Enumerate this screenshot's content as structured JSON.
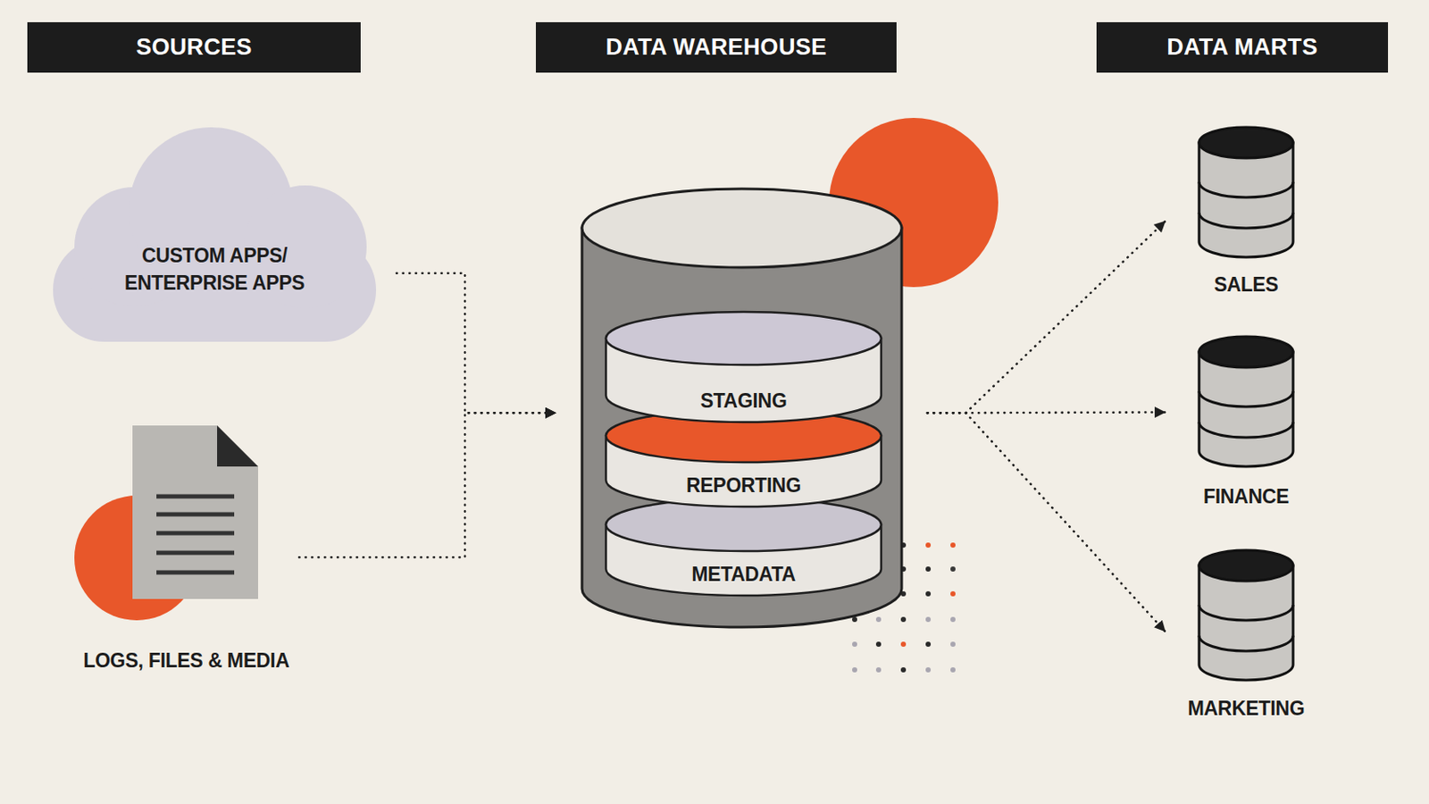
{
  "diagram": {
    "nodes": [
      {
        "text": [
          "CUSTOM APPS/ ENTERPRISE APPS"
        ]
      },
      {
        "text": [
          "LOGS, FILES & MEDIA"
        ]
      },
      {
        "text": [
          "DATA WAREHOUSE"
        ]
      },
      {
        "text": [
          "STAGING"
        ],
        "in": 2
      },
      {
        "text": [
          "REPORTING"
        ],
        "in": 2
      },
      {
        "text": [
          "METADATA"
        ],
        "in": 2
      },
      {
        "text": [
          "SALES"
        ]
      },
      {
        "text": [
          "FINANCE"
        ]
      },
      {
        "text": [
          "MARKETING"
        ]
      }
    ],
    "edges": [
      {
        "from": 0,
        "to": 2,
        "arrow": "to"
      },
      {
        "from": 1,
        "to": 2,
        "arrow": "to"
      },
      {
        "from": 2,
        "to": 6,
        "arrow": "to"
      },
      {
        "from": 2,
        "to": 7,
        "arrow": "to"
      },
      {
        "from": 2,
        "to": 8,
        "arrow": "to"
      }
    ],
    "labels": [
      "SOURCES",
      "DATA MARTS"
    ]
  }
}
